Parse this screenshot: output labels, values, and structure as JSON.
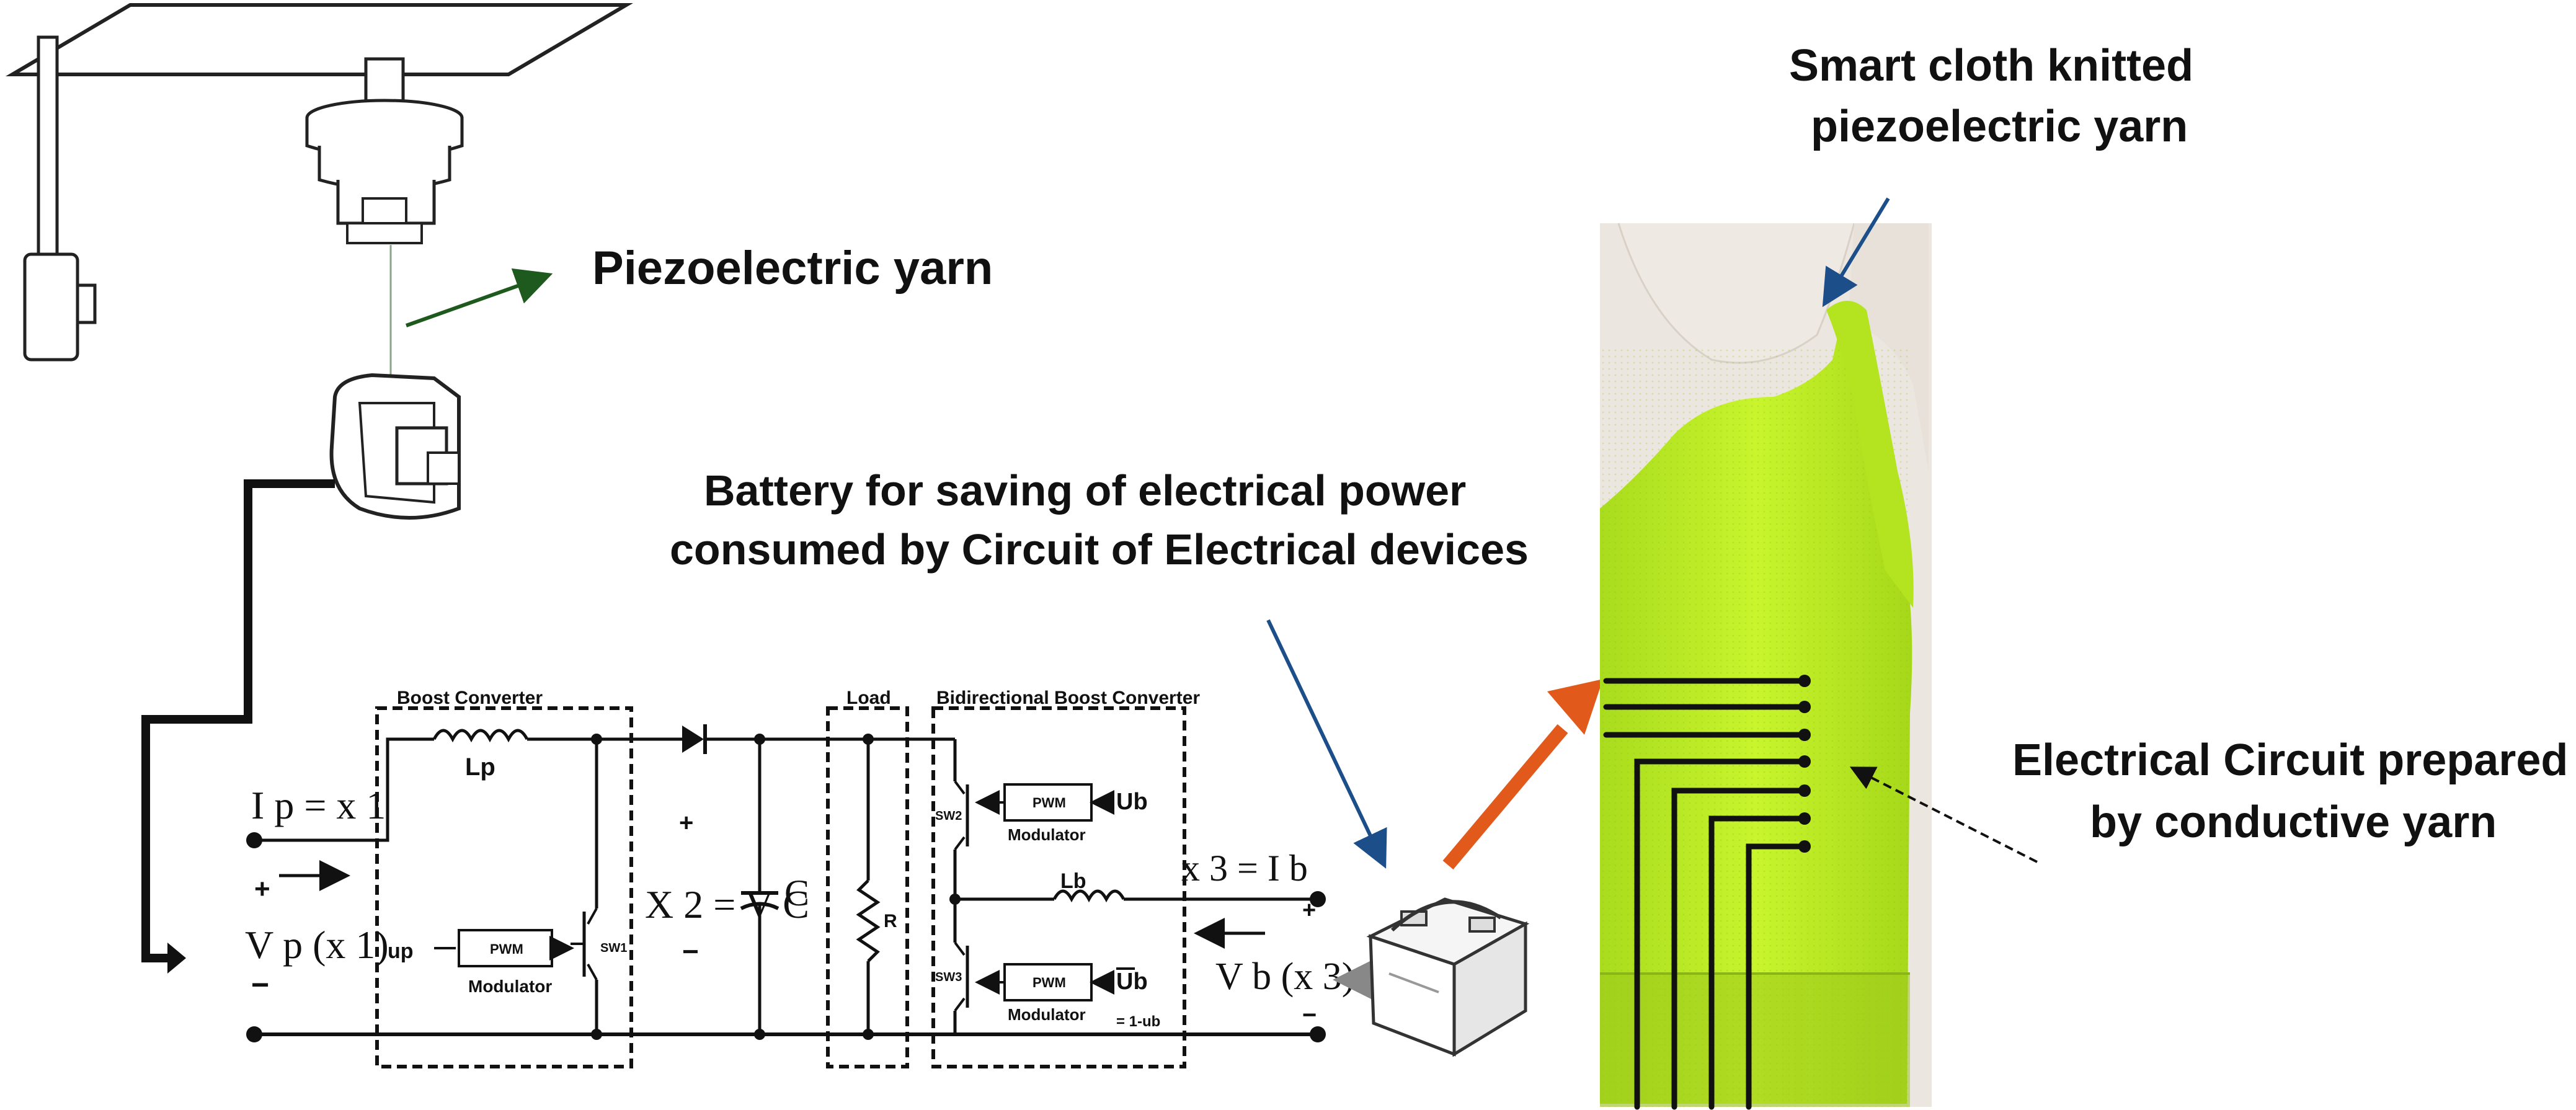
{
  "labels": {
    "piezo_yarn": "Piezoelectric yarn",
    "smart_cloth_l1": "Smart cloth knitted",
    "smart_cloth_l2": "piezoelectric yarn",
    "battery_l1": "Battery for saving of electrical power",
    "battery_l2": "consumed by Circuit of Electrical devices",
    "circuit_l1": "Electrical Circuit prepared",
    "circuit_l2": "by conductive yarn"
  },
  "schematic": {
    "boost_title": "Boost Converter",
    "load_title": "Load",
    "bidir_title": "Bidirectional Boost Converter",
    "lp": "Lp",
    "lb": "Lb",
    "ip": "I p = x 1",
    "vp": "V p (x 1)",
    "x2": "X 2 = V C",
    "c": "C",
    "r": "R",
    "up": "up",
    "pwm": "PWM",
    "modulator": "Modulator",
    "sw1": "SW1",
    "sw2": "SW2",
    "sw3": "SW3",
    "ub": "Ub",
    "ub_bar": "Ub",
    "one_minus": "= 1-ub",
    "x3": "x 3 = I b",
    "vb": "V b (x 3)",
    "plus": "+",
    "minus": "−"
  },
  "colors": {
    "green_arrow": "#1e5a1e",
    "blue_arrow": "#1c4f8a",
    "orange_arrow": "#e2591c",
    "shirt": "#c4f227",
    "conductive_yarn": "#111111"
  }
}
